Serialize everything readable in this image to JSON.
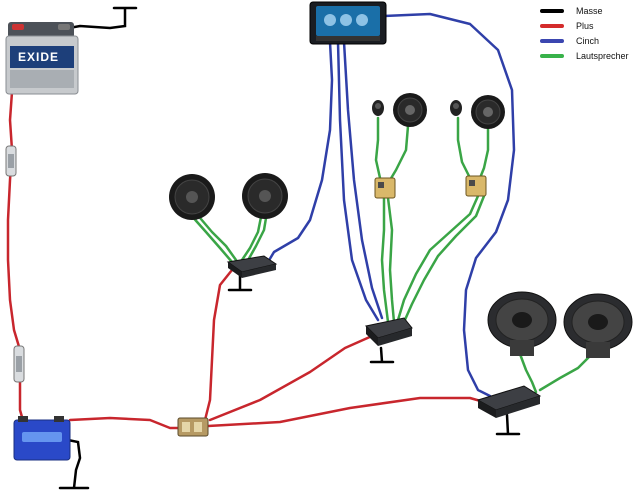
{
  "legend": {
    "items": [
      {
        "label": "Masse",
        "color": "#000000"
      },
      {
        "label": "Plus",
        "color": "#d42b2b"
      },
      {
        "label": "Cinch",
        "color": "#3b46b0"
      },
      {
        "label": "Lautsprecher",
        "color": "#38b24a"
      }
    ]
  },
  "branding": {
    "main_battery_brand": "EXIDE"
  },
  "colors": {
    "ground": "#000000",
    "power": "#c8262d",
    "rca": "#2f3fa8",
    "speaker": "#3aa546"
  }
}
